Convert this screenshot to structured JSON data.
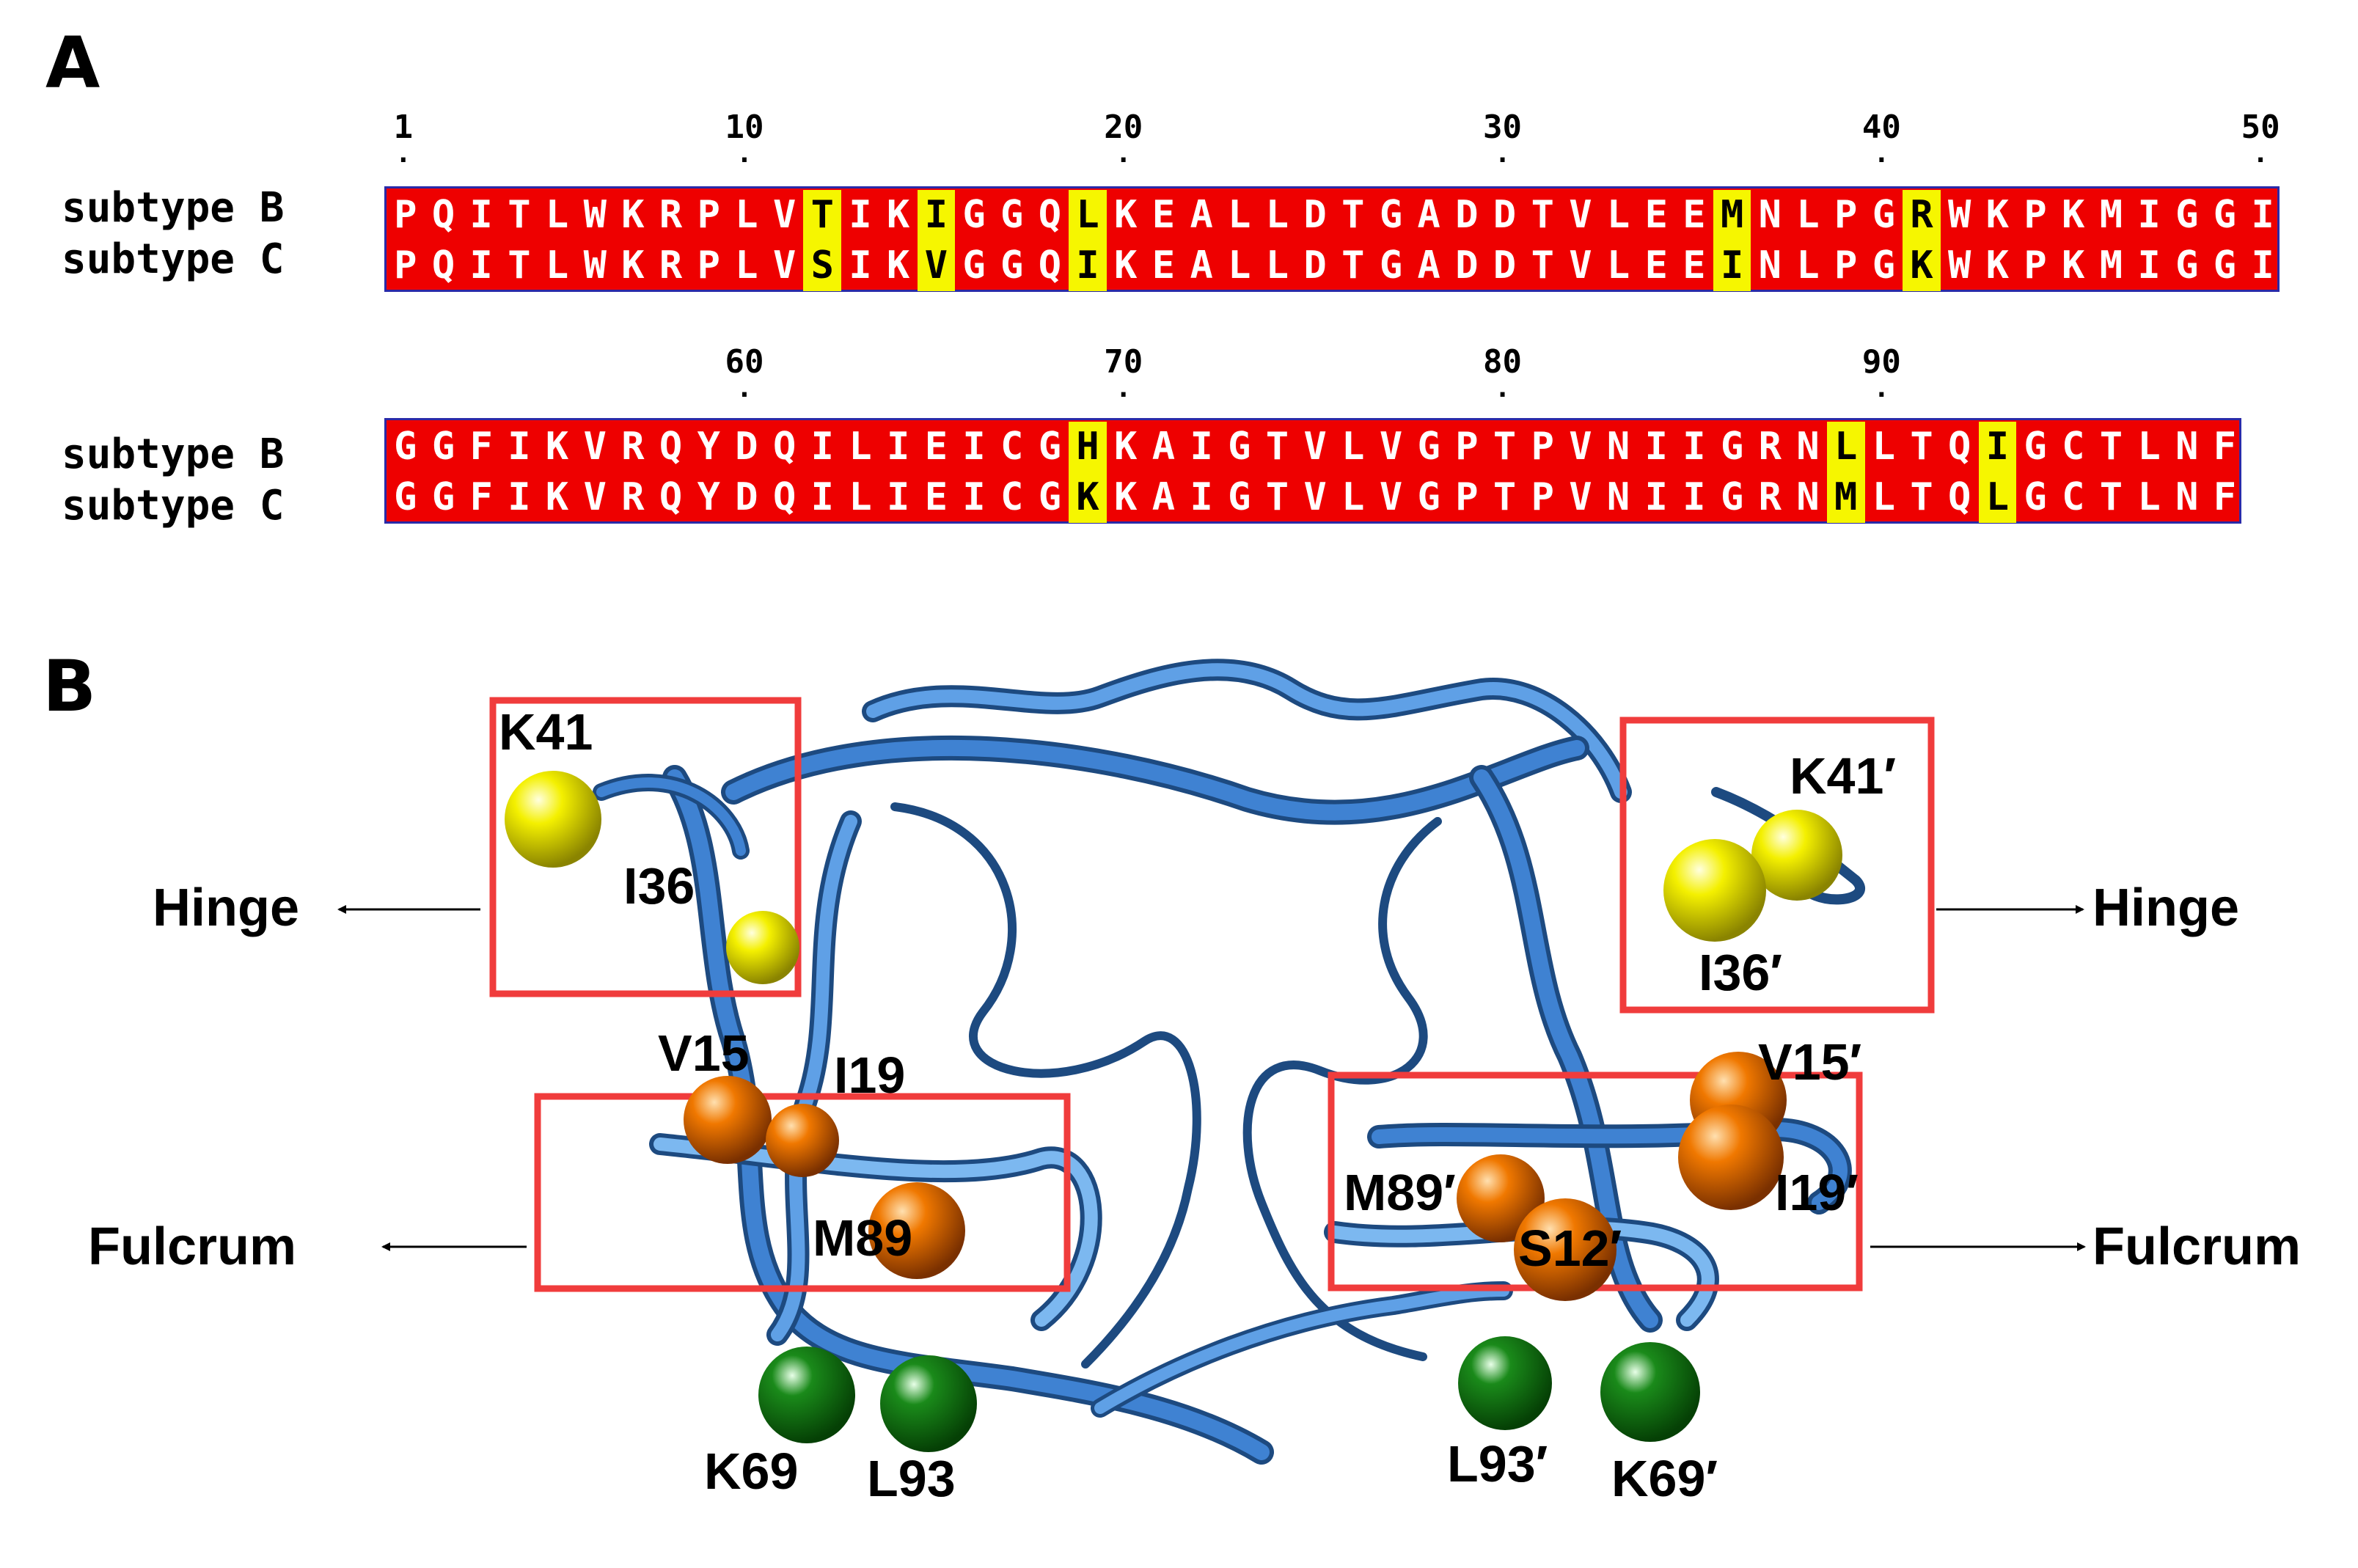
{
  "panel_a": {
    "letter": "A",
    "block1": {
      "ruler": [
        {
          "pos": 1,
          "label": "1"
        },
        {
          "pos": 10,
          "label": "10"
        },
        {
          "pos": 20,
          "label": "20"
        },
        {
          "pos": 30,
          "label": "30"
        },
        {
          "pos": 40,
          "label": "40"
        },
        {
          "pos": 50,
          "label": "50"
        }
      ],
      "rows": [
        {
          "label": "subtype B",
          "sequence": "PQITLWKRPLVTIKIGGQLKEALLDTGADDTVLEEMNLPGRWKPKMIGGI"
        },
        {
          "label": "subtype C",
          "sequence": "PQITLWKRPLVSIKVGGQIKEALLDTGADDTVLEEINLPGKWKPKMIGGI"
        }
      ]
    },
    "block2": {
      "ruler": [
        {
          "pos": 10,
          "label": "60"
        },
        {
          "pos": 20,
          "label": "70"
        },
        {
          "pos": 30,
          "label": "80"
        },
        {
          "pos": 40,
          "label": "90"
        }
      ],
      "rows": [
        {
          "label": "subtype B",
          "sequence": "GGFIKVRQYDQILIEICGHKAIGTVLVGPTPVNIIGRNLLTQIGCTLNF"
        },
        {
          "label": "subtype C",
          "sequence": "GGFIKVRQYDQILIEICGKKAIGTVLVGPTPVNIIGRNMLTQLGCTLNF"
        }
      ]
    },
    "colors": {
      "conserved_bg": "#ee0000",
      "conserved_text": "#ffffff",
      "variant_bg": "#f6f600",
      "variant_text": "#000000",
      "frame": "#2a2aa8"
    }
  },
  "panel_b": {
    "letter": "B",
    "annotations": {
      "hinge_left": "Hinge",
      "hinge_right": "Hinge",
      "fulcrum_left": "Fulcrum",
      "fulcrum_right": "Fulcrum"
    },
    "residues": {
      "k41": "K41",
      "i36": "I36",
      "v15": "V15",
      "i19": "I19",
      "m89": "M89",
      "k69": "K69",
      "l93": "L93",
      "k41p": "K41′",
      "i36p": "I36′",
      "v15p": "V15′",
      "i19p": "I19′",
      "m89p": "M89′",
      "s12p": "S12′",
      "l93p": "L93′",
      "k69p": "K69′"
    },
    "colors": {
      "ribbon": "#3f82d2",
      "ribbon_dark": "#1d4a80",
      "hinge_sphere": "#f4f000",
      "fulcrum_sphere": "#f07800",
      "flap_sphere": "#1a8a1a",
      "region_box": "#f03c3c"
    }
  }
}
